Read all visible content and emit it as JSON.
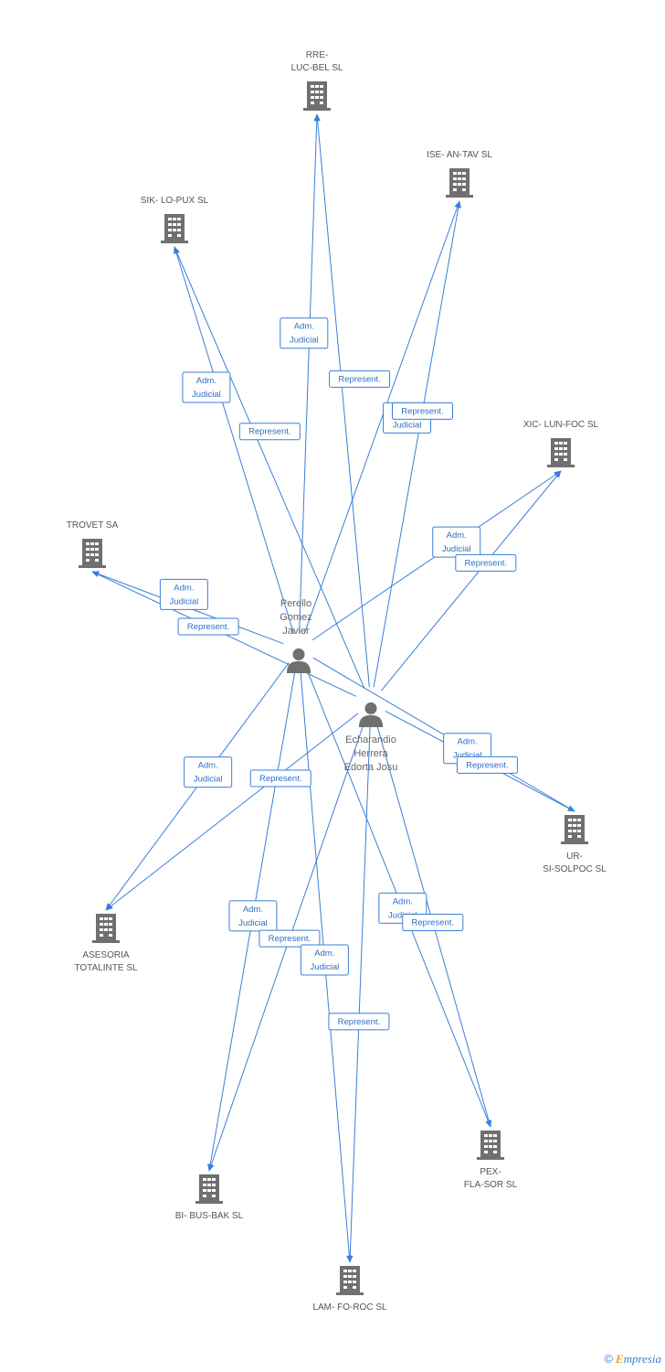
{
  "colors": {
    "edge": "#3a7fd8",
    "icon": "#707070",
    "label": "#555555"
  },
  "persons": [
    {
      "id": "perello",
      "lines": [
        "Perello",
        "Gomez",
        "Javier"
      ]
    },
    {
      "id": "echarandio",
      "lines": [
        "Echarandio",
        "Herrera",
        "Edorta Josu"
      ]
    }
  ],
  "companies": [
    {
      "id": "rre",
      "lines": [
        "RRE-",
        "LUC-BEL SL"
      ]
    },
    {
      "id": "ise",
      "lines": [
        "ISE- AN-TAV SL"
      ]
    },
    {
      "id": "sik",
      "lines": [
        "SIK- LO-PUX SL"
      ]
    },
    {
      "id": "xic",
      "lines": [
        "XIC- LUN-FOC SL"
      ]
    },
    {
      "id": "trovet",
      "lines": [
        "TROVET SA"
      ]
    },
    {
      "id": "ur",
      "lines": [
        "UR-",
        "SI-SOLPOC SL"
      ]
    },
    {
      "id": "asesoria",
      "lines": [
        "ASESORIA",
        "TOTALINTE SL"
      ]
    },
    {
      "id": "pex",
      "lines": [
        "PEX-",
        "FLA-SOR SL"
      ]
    },
    {
      "id": "bi",
      "lines": [
        "BI- BUS-BAK SL"
      ]
    },
    {
      "id": "lam",
      "lines": [
        "LAM- FO-ROC SL"
      ]
    }
  ],
  "relations": [
    {
      "from": "perello",
      "to": "rre",
      "label": [
        "Adm.",
        "Judicial"
      ]
    },
    {
      "from": "echarandio",
      "to": "rre",
      "label": [
        "Represent."
      ]
    },
    {
      "from": "perello",
      "to": "ise",
      "label": [
        "Adm.",
        "Judicial"
      ]
    },
    {
      "from": "echarandio",
      "to": "ise",
      "label": [
        "Represent."
      ]
    },
    {
      "from": "perello",
      "to": "sik",
      "label": [
        "Adm.",
        "Judicial"
      ]
    },
    {
      "from": "echarandio",
      "to": "sik",
      "label": [
        "Represent."
      ]
    },
    {
      "from": "perello",
      "to": "xic",
      "label": [
        "Adm.",
        "Judicial"
      ]
    },
    {
      "from": "echarandio",
      "to": "xic",
      "label": [
        "Represent."
      ]
    },
    {
      "from": "perello",
      "to": "trovet",
      "label": [
        "Adm.",
        "Judicial"
      ]
    },
    {
      "from": "echarandio",
      "to": "trovet",
      "label": [
        "Represent."
      ]
    },
    {
      "from": "perello",
      "to": "ur",
      "label": [
        "Adm.",
        "Judicial"
      ]
    },
    {
      "from": "echarandio",
      "to": "ur",
      "label": [
        "Represent."
      ]
    },
    {
      "from": "perello",
      "to": "asesoria",
      "label": [
        "Adm.",
        "Judicial"
      ]
    },
    {
      "from": "echarandio",
      "to": "asesoria",
      "label": [
        "Represent."
      ]
    },
    {
      "from": "perello",
      "to": "bi",
      "label": [
        "Adm.",
        "Judicial"
      ]
    },
    {
      "from": "echarandio",
      "to": "bi",
      "label": [
        "Represent."
      ]
    },
    {
      "from": "perello",
      "to": "lam",
      "label": [
        "Adm.",
        "Judicial"
      ]
    },
    {
      "from": "echarandio",
      "to": "lam",
      "label": [
        "Represent."
      ]
    },
    {
      "from": "perello",
      "to": "pex",
      "label": [
        "Adm.",
        "Judicial"
      ]
    },
    {
      "from": "echarandio",
      "to": "pex",
      "label": [
        "Represent."
      ]
    }
  ],
  "footer": {
    "copyright": "©",
    "brand_initial": "E",
    "brand_rest": "mpresia"
  }
}
